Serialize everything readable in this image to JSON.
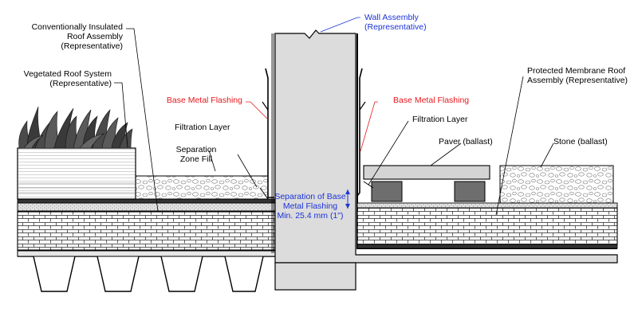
{
  "labels": {
    "conventional_line1": "Conventionally Insulated",
    "conventional_line2": "Roof Assembly",
    "conventional_line3": "(Representative)",
    "vegetated_line1": "Vegetated Roof System",
    "vegetated_line2": "(Representative)",
    "base_flashing_left": "Base Metal Flashing",
    "filtration_left": "Filtration Layer",
    "separation_fill_line1": "Separation",
    "separation_fill_line2": "Zone Fill",
    "wall_line1": "Wall Assembly",
    "wall_line2": "(Representative)",
    "base_flashing_right": "Base Metal Flashing",
    "filtration_right": "Filtration Layer",
    "paver": "Paver (ballast)",
    "stone": "Stone (ballast)",
    "protected_line1": "Protected Membrane Roof",
    "protected_line2": "Assembly (Representative)",
    "separation_base_line1": "Separation of Base",
    "separation_base_line2": "Metal Flashing",
    "separation_base_line3": "Min. 25.4 mm (1\")"
  },
  "colors": {
    "black_label": "#000000",
    "red_label": "#e8171b",
    "blue_label": "#1b33d8",
    "wall_fill": "#dcdcdc",
    "paver_fill": "#d4d4d4",
    "pedestal_fill": "#6e6e6e"
  }
}
